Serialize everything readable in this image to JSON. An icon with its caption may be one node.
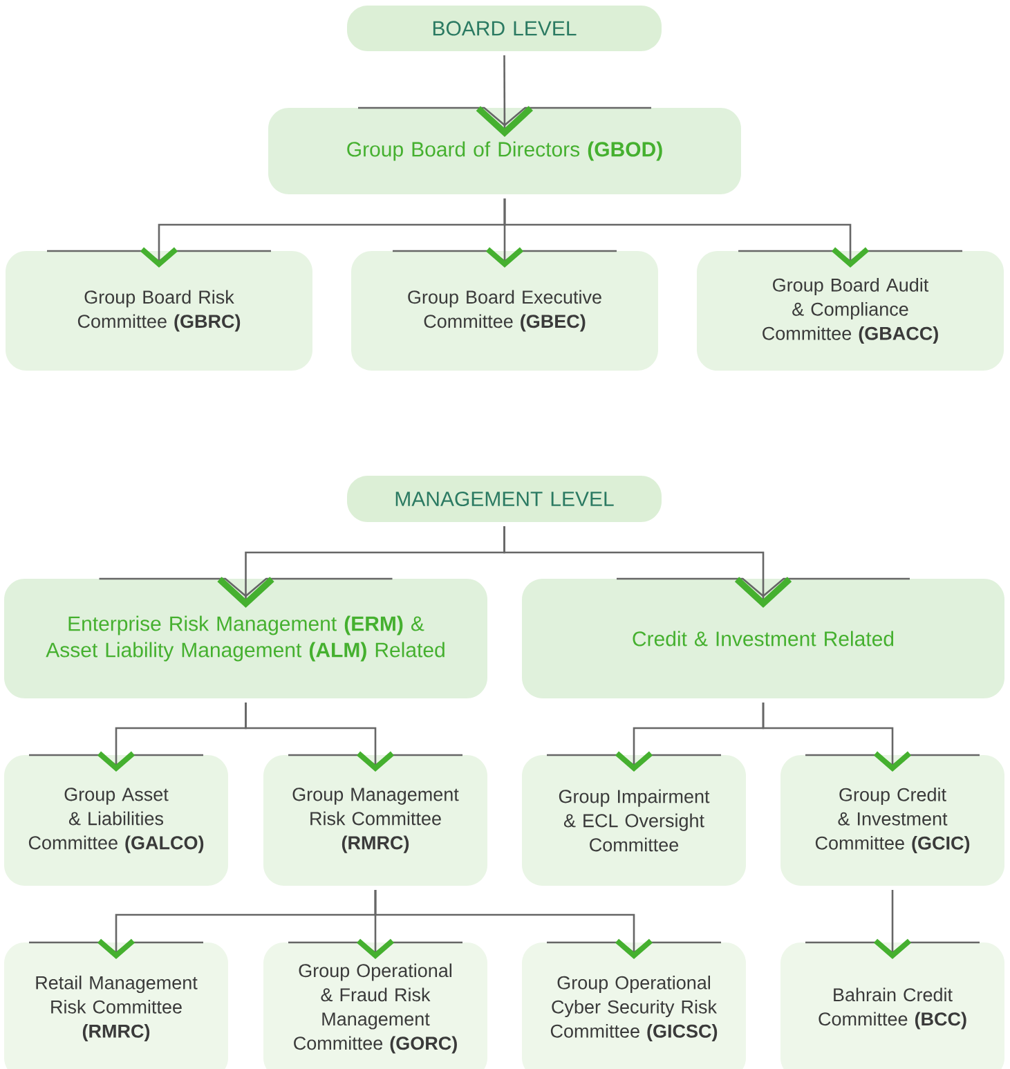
{
  "diagram": {
    "nodes": [
      {
        "text": [
          "BOARD LEVEL"
        ]
      },
      {
        "text": [
          "Group Board of Directors **(GBOD)**"
        ]
      },
      {
        "text": [
          "Group Board Risk Committee **(GBRC)**"
        ]
      },
      {
        "text": [
          "Group Board Executive Committee **(GBEC)**"
        ]
      },
      {
        "text": [
          "Group Board Audit & Compliance Committee **(GBACC)**"
        ]
      },
      {
        "text": [
          "MANAGEMENT LEVEL"
        ]
      },
      {
        "text": [
          "Enterprise Risk Management **(ERM)** & Asset Liability Management **(ALM)** Related"
        ]
      },
      {
        "text": [
          "Credit & Investment Related"
        ]
      },
      {
        "text": [
          "Group Asset & Liabilities Committee **(GALCO)**"
        ]
      },
      {
        "text": [
          "Group Management Risk Committee **(RMRC)**"
        ]
      },
      {
        "text": [
          "Group Impairment & ECL Oversight Committee"
        ]
      },
      {
        "text": [
          "Group Credit & Investment Committee **(GCIC)**"
        ]
      },
      {
        "text": [
          "Retail Management Risk Committee **(RMRC)**"
        ]
      },
      {
        "text": [
          "Group Operational & Fraud Risk Management Committee **(GORC)**"
        ]
      },
      {
        "text": [
          "Group Operational Cyber Security Risk Committee **(GICSC)**"
        ]
      },
      {
        "text": [
          "Bahrain Credit Committee **(BCC)**"
        ]
      }
    ],
    "edges": [
      {
        "from": 0,
        "to": 1,
        "arrow": "to"
      },
      {
        "from": 1,
        "to": 2,
        "arrow": "to"
      },
      {
        "from": 1,
        "to": 3,
        "arrow": "to"
      },
      {
        "from": 1,
        "to": 4,
        "arrow": "to"
      },
      {
        "from": 5,
        "to": 6,
        "arrow": "to"
      },
      {
        "from": 5,
        "to": 7,
        "arrow": "to"
      },
      {
        "from": 6,
        "to": 8,
        "arrow": "to"
      },
      {
        "from": 6,
        "to": 9,
        "arrow": "to"
      },
      {
        "from": 7,
        "to": 10,
        "arrow": "to"
      },
      {
        "from": 7,
        "to": 11,
        "arrow": "to"
      },
      {
        "from": 9,
        "to": 12,
        "arrow": "to"
      },
      {
        "from": 9,
        "to": 13,
        "arrow": "to"
      },
      {
        "from": 9,
        "to": 14,
        "arrow": "to"
      },
      {
        "from": 11,
        "to": 15,
        "arrow": "to"
      }
    ]
  }
}
